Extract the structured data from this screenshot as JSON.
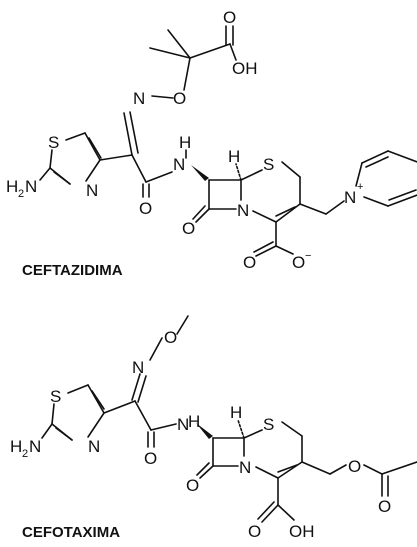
{
  "molecules": [
    {
      "name": "CEFTAZIDIMA",
      "atoms": {
        "o_carboxyl_top": "O",
        "oh_top": "OH",
        "o_ether": "O",
        "n_oxime": "N",
        "s_thiazole": "S",
        "n_thiazole": "N",
        "h2n_amine": "H",
        "h2n_sub": "2",
        "h2n_n": "N",
        "nh_amide_n": "N",
        "nh_amide_h": "H",
        "o_amide": "O",
        "h_beta": "H",
        "s_ring": "S",
        "n_lactam": "N",
        "o_lactam": "O",
        "n_pyridinium": "N",
        "plus": "+",
        "o_carboxylate_a": "O",
        "o_carboxylate_b": "O",
        "minus": "−"
      }
    },
    {
      "name": "CEFOTAXIMA",
      "atoms": {
        "n_oxime": "N",
        "o_methoxy": "O",
        "s_thiazole": "S",
        "n_thiazole": "N",
        "h2n_amine": "H",
        "h2n_sub": "2",
        "h2n_n": "N",
        "nh_amide_n": "N",
        "nh_amide_h": "H",
        "o_amide": "O",
        "h_beta": "H",
        "s_ring": "S",
        "n_lactam": "N",
        "o_lactam": "O",
        "o_ester": "O",
        "o_acetyl": "O",
        "o_carboxyl": "O",
        "oh_carboxyl": "OH"
      }
    }
  ]
}
